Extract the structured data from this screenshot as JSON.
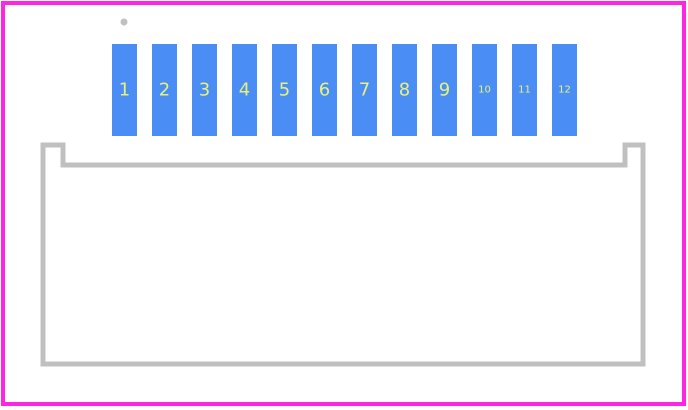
{
  "colors": {
    "boundary": "#ff26e2",
    "pad": "#4a8df4",
    "pad_label": "#e8f27a",
    "silkscreen": "#c0c0c0",
    "pin1_marker": "#c0c0c0",
    "background": "#ffffff"
  },
  "pads": [
    {
      "label": "1"
    },
    {
      "label": "2"
    },
    {
      "label": "3"
    },
    {
      "label": "4"
    },
    {
      "label": "5"
    },
    {
      "label": "6"
    },
    {
      "label": "7"
    },
    {
      "label": "8"
    },
    {
      "label": "9"
    },
    {
      "label": "10"
    },
    {
      "label": "11"
    },
    {
      "label": "12"
    }
  ]
}
